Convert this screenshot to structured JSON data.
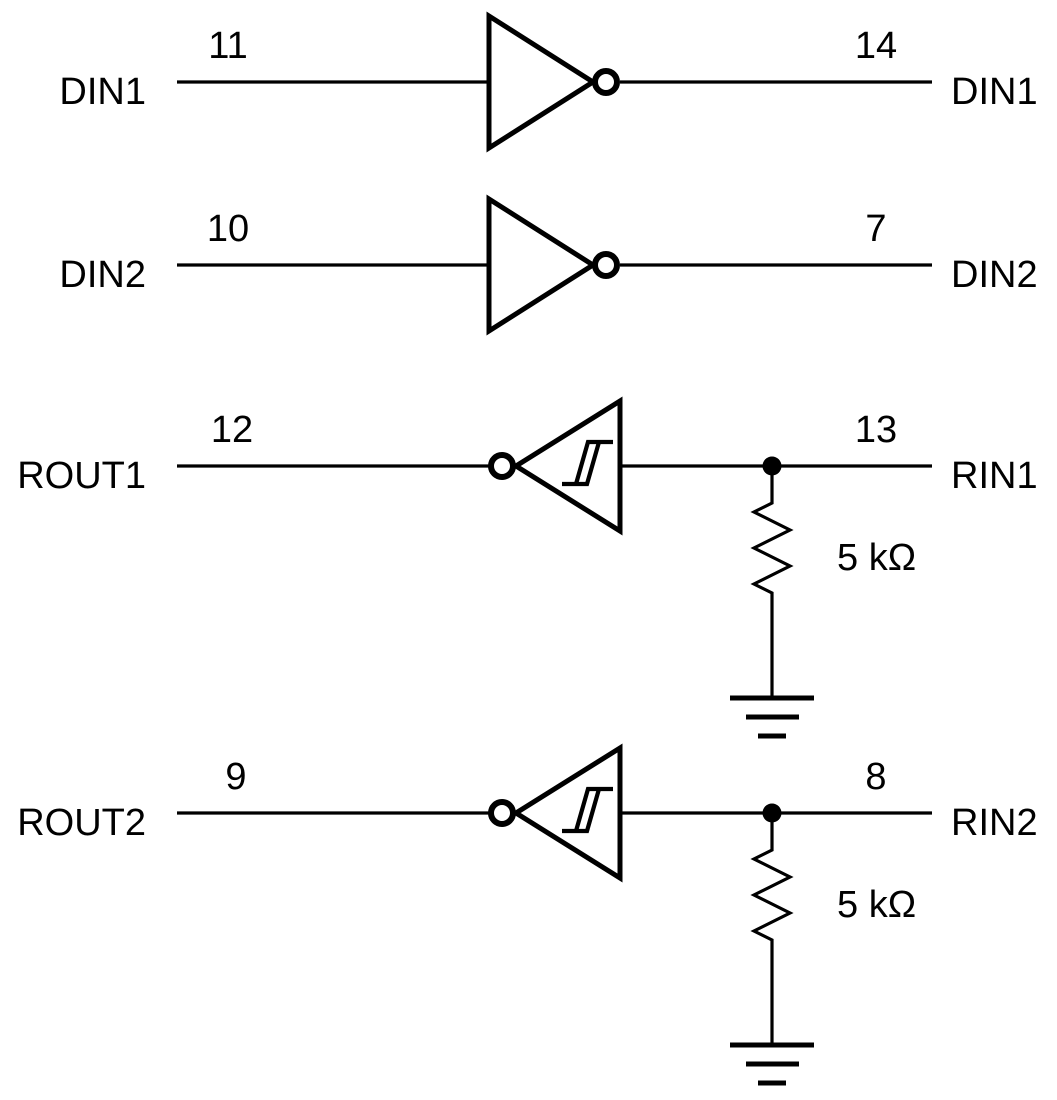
{
  "page": {
    "background": "#ffffff"
  },
  "diagram": {
    "type": "rs232-transceiver-logic-diagram",
    "line_color": "#000000",
    "text_color": "#000000",
    "channels": [
      {
        "kind": "driver",
        "left_label": "DIN1",
        "left_pin": "11",
        "right_pin": "14",
        "right_label": "DIN1"
      },
      {
        "kind": "driver",
        "left_label": "DIN2",
        "left_pin": "10",
        "right_pin": "7",
        "right_label": "DIN2"
      },
      {
        "kind": "receiver",
        "left_label": "ROUT1",
        "left_pin": "12",
        "right_pin": "13",
        "right_label": "RIN1",
        "pulldown_resistor": "5 kΩ",
        "ground": true
      },
      {
        "kind": "receiver",
        "left_label": "ROUT2",
        "left_pin": "9",
        "right_pin": "8",
        "right_label": "RIN2",
        "pulldown_resistor": "5 kΩ",
        "ground": true
      }
    ]
  }
}
